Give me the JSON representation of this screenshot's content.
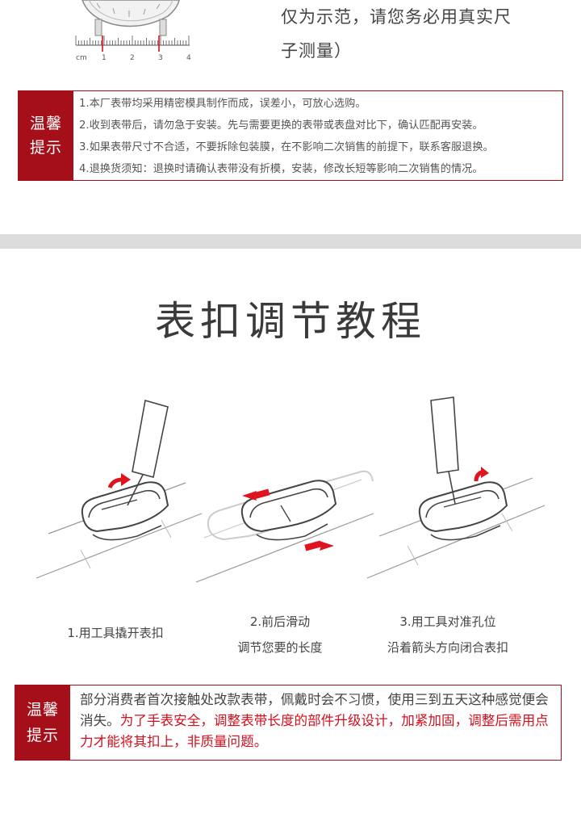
{
  "top": {
    "note_line1": "仅为示范，请您务必用真实尺",
    "note_line2": "子测量）",
    "ruler_unit": "cm",
    "ruler_ticks": [
      "1",
      "2",
      "3",
      "4"
    ]
  },
  "tips1": {
    "tag_line1": "温馨",
    "tag_line2": "提示",
    "items": [
      "1.本厂表带均采用精密模具制作而成，误差小，可放心选购。",
      "2.收到表带后，请勿急于安装。先与需要更换的表带或表盘对比下，确认匹配再安装。",
      "3.如果表带尺寸不合适，不要拆除包装膜，在不影响二次销售的前提下，联系客服退换。",
      "4.退换货须知：退换时请确认表带没有折模，安装，修改长短等影响二次销售的情况。"
    ]
  },
  "section_title": "表扣调节教程",
  "steps": [
    {
      "line1": "1.用工具撬开表扣",
      "line2": ""
    },
    {
      "line1": "2.前后滑动",
      "line2": "调节您要的长度"
    },
    {
      "line1": "3.用工具对准孔位",
      "line2": "沿着箭头方向闭合表扣"
    }
  ],
  "tips2": {
    "tag_line1": "温馨",
    "tag_line2": "提示",
    "text_normal": "部分消费者首次接触处改款表带，佩戴时会不习惯，使用三到五天这种感觉便会消失。",
    "text_red": "为了手表安全，调整表带长度的部件升级设计，加紧加固，调整后需用点力才能将其扣上，非质量问题。"
  },
  "colors": {
    "accent_red": "#a50f1a",
    "arrow_red": "#e0141e",
    "band_gray": "#dcdcdc"
  }
}
